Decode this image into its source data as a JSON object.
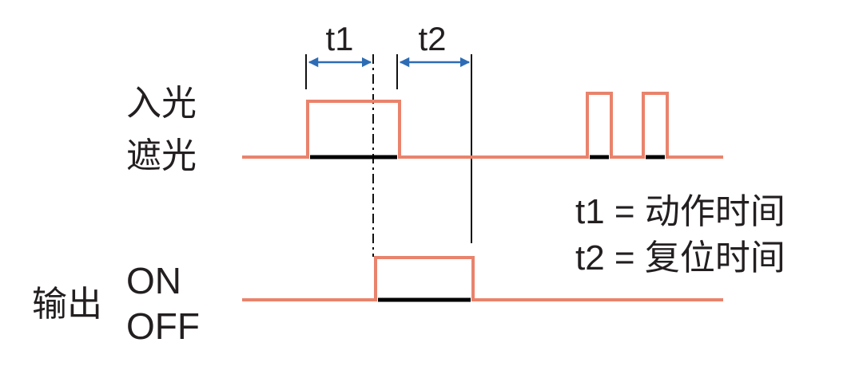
{
  "diagram": {
    "input_light": "入光",
    "input_blocked": "遮光",
    "output": "输出",
    "output_on": "ON",
    "output_off": "OFF",
    "t1_marker": "t1",
    "t2_marker": "t2",
    "legend": [
      "t1 = 动作时间",
      "t2 = 复位时间"
    ]
  },
  "colors": {
    "signal": "#E9836C",
    "arrow": "#2D6CB5",
    "marker_line": "#111111",
    "off_state": "#000000",
    "text": "#231F20"
  }
}
